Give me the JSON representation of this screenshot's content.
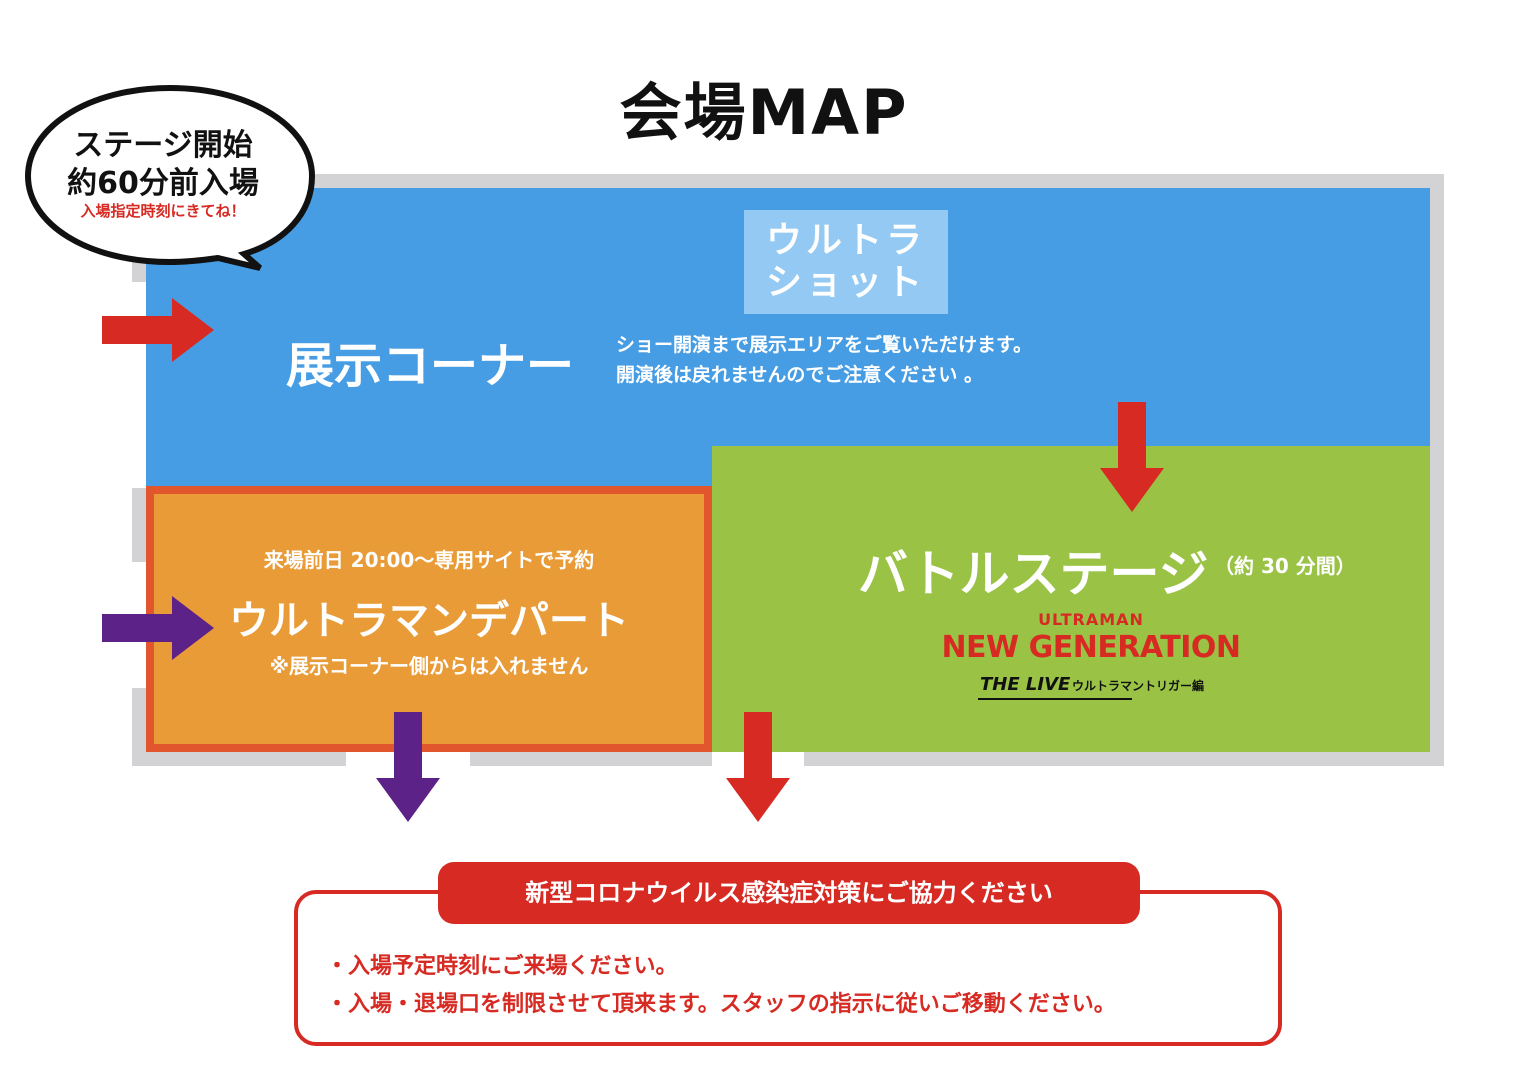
{
  "title": "会場MAP",
  "speech_bubble": {
    "line1": "ステージ開始",
    "line2": "約60分前入場",
    "note": "入場指定時刻にきてね！"
  },
  "ultra_shot": {
    "line1": "ウルトラ",
    "line2": "ショット"
  },
  "exhibit": {
    "label": "展示コーナー",
    "note_line1": "ショー開演まで展示エリアをご覧いただけます。",
    "note_line2": "開演後は戻れませんのでご注意ください 。"
  },
  "department": {
    "booking": "来場前日 20:00〜専用サイトで予約",
    "label": "ウルトラマンデパート",
    "warning": "※展示コーナー側からは入れません"
  },
  "stage": {
    "label": "バトルステージ",
    "duration": "（約 30 分間）"
  },
  "logo": {
    "top": "ULTRAMAN",
    "main": "NEW GENERATION",
    "sub_a": "THE LIVE",
    "sub_b": "ウルトラマントリガー編"
  },
  "notice": {
    "title": "新型コロナウイルス感染症対策にご協力ください",
    "items": [
      "・入場予定時刻にご来場ください。",
      "・入場・退場口を制限させて頂来ます。スタッフの指示に従いご移動ください。"
    ]
  },
  "colors": {
    "exhibit_zone": "#479de3",
    "ultra_shot": "#93c9f2",
    "department_zone": "#e89b37",
    "department_border": "#e2562d",
    "stage_zone": "#9ac346",
    "red_arrow": "#d72a23",
    "purple_arrow": "#5c2288",
    "frame": "#d3d3d6"
  },
  "icons": [
    "entrance-arrow-red",
    "entrance-arrow-purple",
    "flow-arrow-down-red",
    "exit-arrow-purple",
    "exit-arrow-red"
  ]
}
